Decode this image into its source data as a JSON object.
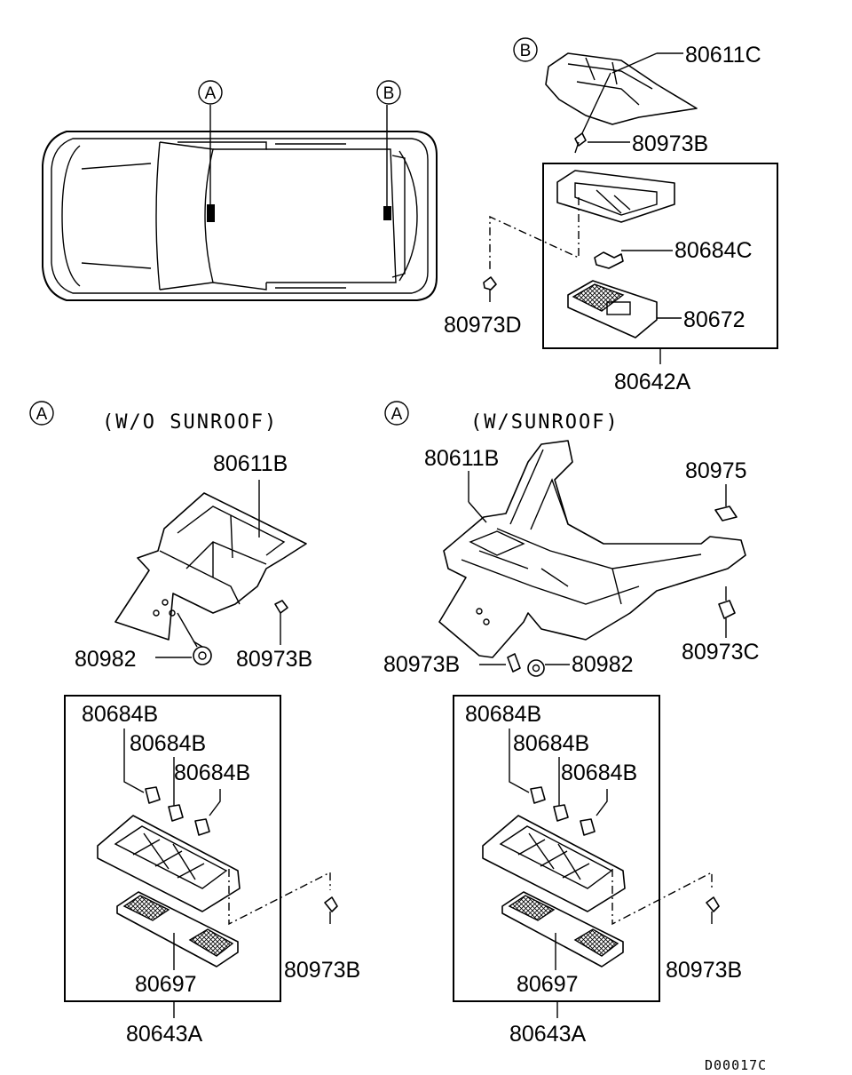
{
  "callouts": {
    "A": "A",
    "B": "B"
  },
  "sections": {
    "wo_sunroof": "(W/O SUNROOF)",
    "w_sunroof": "(W/SUNROOF)"
  },
  "parts": {
    "b_bracket": "80611C",
    "b_screw": "80973B",
    "b_bulb": "80684C",
    "b_screw_d": "80973D",
    "b_lens": "80672",
    "b_lamp_assy": "80642A",
    "a1_bracket": "80611B",
    "a1_clip": "80982",
    "a1_screw": "80973B",
    "a2_bracket": "80611B",
    "a2_nut": "80975",
    "a2_screw_c": "80973C",
    "a2_screw": "80973B",
    "a2_clip": "80982",
    "l_bulb1": "80684B",
    "l_bulb2": "80684B",
    "l_bulb3": "80684B",
    "l_lens": "80697",
    "l_screw": "80973B",
    "l_lamp_assy": "80643A",
    "r_bulb1": "80684B",
    "r_bulb2": "80684B",
    "r_bulb3": "80684B",
    "r_lens": "80697",
    "r_screw": "80973B",
    "r_lamp_assy": "80643A"
  },
  "drawing_code": "D00017C"
}
